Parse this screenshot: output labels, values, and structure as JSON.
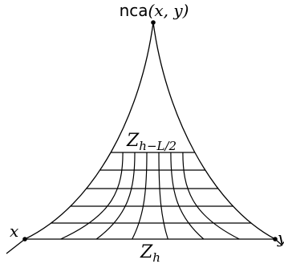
{
  "labels": {
    "root_fn": "nca",
    "root_args": "(x, y)",
    "left_leaf": "x",
    "right_leaf": "y",
    "top_level_main": "Z",
    "top_level_sub": "h−L/2",
    "bottom_level_main": "Z",
    "bottom_level_sub": "h"
  },
  "colors": {
    "stroke": "#000000",
    "background": "#ffffff"
  }
}
